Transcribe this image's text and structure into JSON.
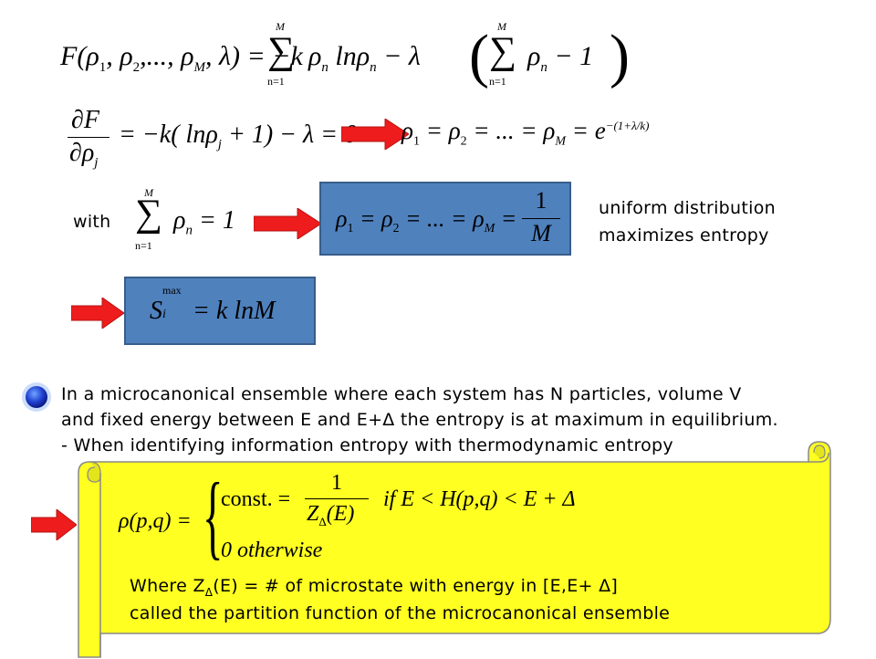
{
  "eq1": {
    "lhs": "F(ρ",
    "args": ", ρ",
    "dots": ",..., ρ",
    "lam_close": ", λ) = −k",
    "sum_top": "M",
    "sum_bottom": "n=1",
    "rho_ln": "ρ",
    "ln": " ln",
    "rho2": "ρ",
    "minus_lambda": " − λ",
    "paren_minus_one": " − 1",
    "sub_1": "1",
    "sub_2": "2",
    "sub_M": "M",
    "sub_n": "n"
  },
  "eq2": {
    "num": "∂F",
    "den": "∂ρ",
    "den_sub": "j",
    "rhs": "= −k( lnρ",
    "rhs_sub": "j",
    "rhs_end": " + 1) − λ = 0",
    "result": "ρ",
    "result_mid": " = ρ",
    "result_mid2": " = ... = ρ",
    "result_e": " = e",
    "result_exp": "−(1+λ/k)",
    "s1": "1",
    "s2": "2",
    "sM": "M"
  },
  "eq3": {
    "with_label": "with",
    "sum_top": "M",
    "sum_bottom": "n=1",
    "rho": "ρ",
    "rho_sub": "n",
    "eq_one": " = 1"
  },
  "box1": {
    "text_a": "ρ",
    "text_b": " = ρ",
    "text_c": " = ... = ρ",
    "text_d": " =",
    "frac_num": "1",
    "frac_den": "M",
    "s1": "1",
    "s2": "2",
    "sM": "M"
  },
  "note": {
    "line1": "uniform distribution",
    "line2": "maximizes entropy"
  },
  "box2": {
    "s": "S",
    "sup": "max",
    "sub": "i",
    "rhs": " = k lnM"
  },
  "paragraph": {
    "line1": "In a microcanonical ensemble where each system has N particles, volume V",
    "line2": "and fixed energy between E and E+Δ the entropy is at maximum in equilibrium.",
    "line3": "- When identifying information entropy with thermodynamic entropy"
  },
  "scroll": {
    "lhs": "ρ(p,q) =",
    "case1_lhs": "const. =",
    "frac_num": "1",
    "frac_den": "Z",
    "frac_den_sub": "Δ",
    "frac_den_arg": "(E)",
    "case1_cond": "if  E < H(p,q) < E + Δ",
    "case2": "0   otherwise",
    "caption_line1": "Where Z",
    "caption_sub": "Δ",
    "caption_line1_end": "(E) = # of microstate with energy in [E,E+ Δ]",
    "caption_line2": "called  the partition function of the microcanonical ensemble"
  },
  "colors": {
    "arrow_red": "#ee1c1c",
    "box_blue": "#4f81bd",
    "scroll_yellow": "#ffff22",
    "bullet_blue": "#1f3fd0"
  }
}
